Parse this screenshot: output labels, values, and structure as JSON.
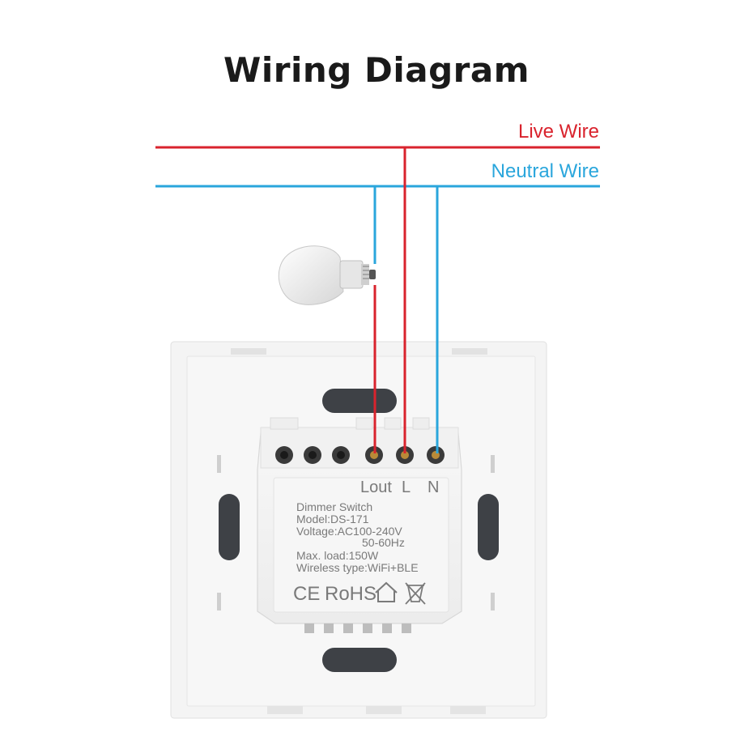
{
  "title": "Wiring Diagram",
  "wires": {
    "live": {
      "label": "Live Wire",
      "color": "#d9232d"
    },
    "neutral": {
      "label": "Neutral Wire",
      "color": "#2aa6dc"
    }
  },
  "terminals": {
    "lout": "Lout",
    "l": "L",
    "n": "N"
  },
  "label_plate": {
    "lines": [
      "Dimmer Switch",
      "Model:DS-171",
      "Voltage:AC100-240V",
      "50-60Hz",
      "Max. load:150W",
      "Wireless type:WiFi+BLE"
    ],
    "ce": "CE",
    "rohs": "RoHS"
  },
  "icons": [
    "light-bulb-icon",
    "house-icon",
    "crossed-bin-icon"
  ]
}
